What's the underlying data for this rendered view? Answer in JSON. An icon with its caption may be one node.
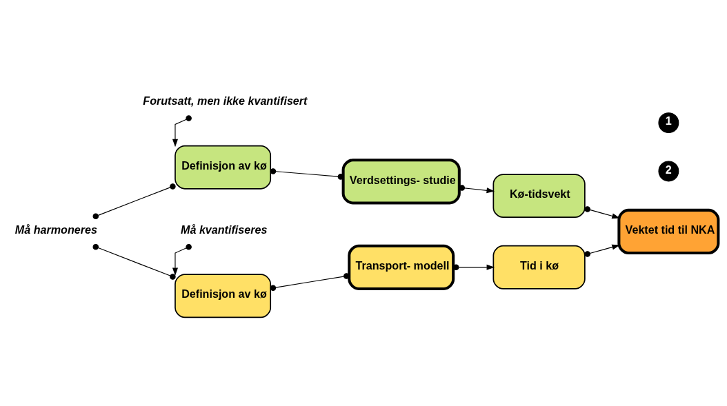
{
  "diagram": {
    "nodes": [
      {
        "text": [
          "Forutsatt, men ikke kvantifisert"
        ]
      },
      {
        "text": [
          "Definisjon av kø"
        ]
      },
      {
        "text": [
          "Verdsettings- studie"
        ]
      },
      {
        "text": [
          "Kø-tidsvekt"
        ]
      },
      {
        "text": [
          "Må harmoneres"
        ]
      },
      {
        "text": [
          "Definisjon av kø"
        ]
      },
      {
        "text": [
          "Transport- modell"
        ]
      },
      {
        "text": [
          "Tid i kø"
        ]
      },
      {
        "text": [
          "Må kvantifiseres"
        ]
      },
      {
        "text": [
          "Vektet tid til NKA"
        ]
      }
    ],
    "edges": [
      {
        "from": 0,
        "to": 1,
        "arrow": "to"
      },
      {
        "from": 4,
        "to": 1,
        "arrow": "other"
      },
      {
        "from": 4,
        "to": 5,
        "arrow": "other"
      },
      {
        "from": 1,
        "to": 2,
        "arrow": "other"
      },
      {
        "from": 2,
        "to": 3,
        "arrow": "to"
      },
      {
        "from": 5,
        "to": 6,
        "arrow": "other"
      },
      {
        "from": 6,
        "to": 7,
        "arrow": "to"
      },
      {
        "from": 8,
        "to": 5,
        "arrow": "to"
      },
      {
        "from": 3,
        "to": 9,
        "arrow": "to"
      },
      {
        "from": 7,
        "to": 9,
        "arrow": "to"
      }
    ],
    "labels": [
      "1",
      "2"
    ]
  }
}
